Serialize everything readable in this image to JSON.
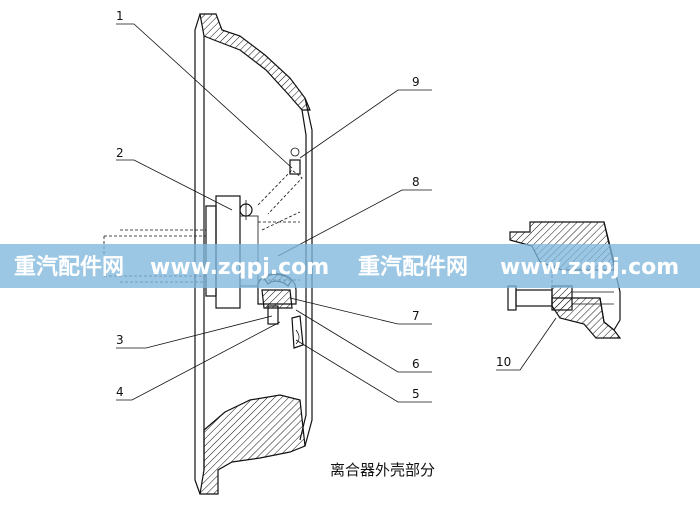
{
  "caption": "离合器外壳部分",
  "callouts": [
    "1",
    "2",
    "3",
    "4",
    "5",
    "6",
    "7",
    "8",
    "9",
    "10"
  ],
  "watermark": {
    "text_1": "重汽配件网",
    "text_2": "www.zqpj.com",
    "text_3": "重汽配件网",
    "text_4": "www.zqpj.com",
    "band_color": "#7fb7dd"
  }
}
